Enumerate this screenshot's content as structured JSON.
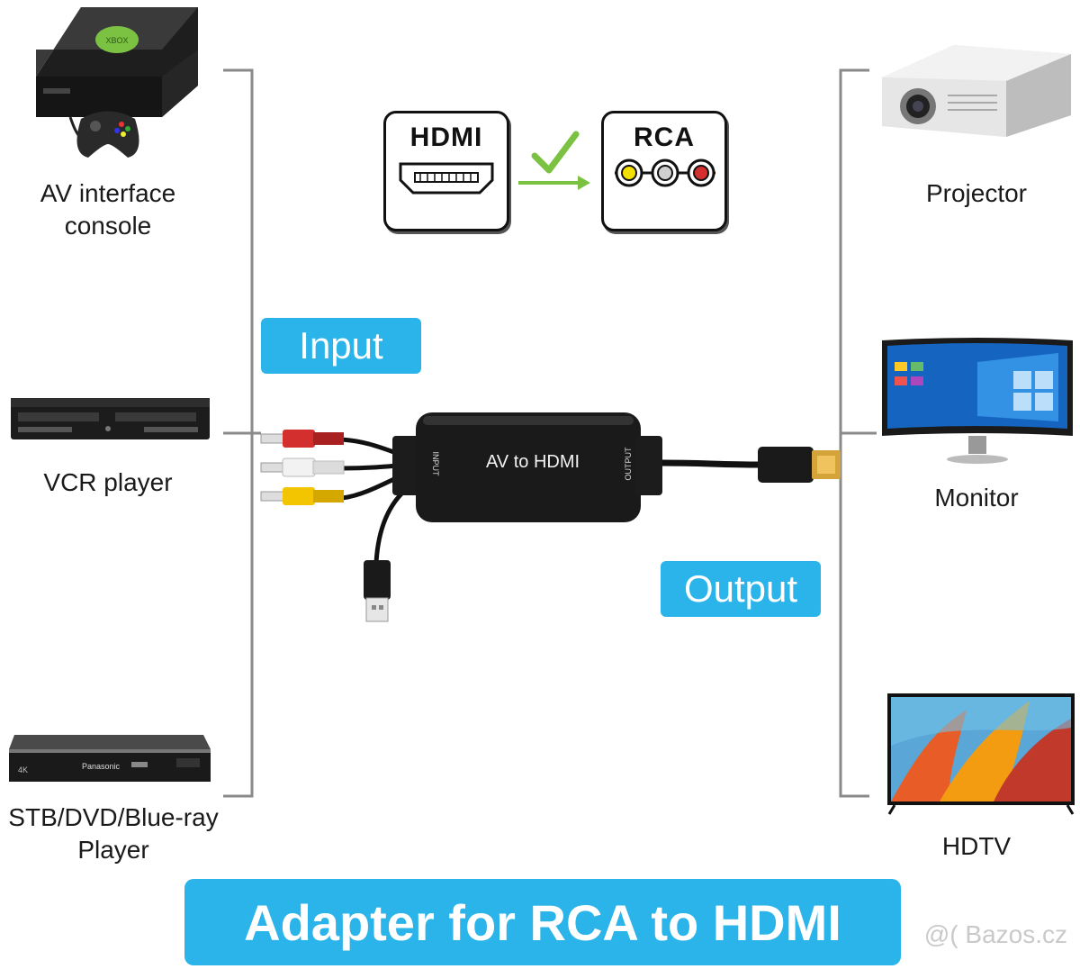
{
  "badges": {
    "hdmi_label": "HDMI",
    "rca_label": "RCA"
  },
  "sources": [
    {
      "label": "AV interface\nconsole",
      "icon": "game-console-icon"
    },
    {
      "label": "VCR player",
      "icon": "vcr-icon"
    },
    {
      "label": "STB/DVD/Blue-ray\nPlayer",
      "icon": "bluray-player-icon"
    }
  ],
  "displays": [
    {
      "label": "Projector",
      "icon": "projector-icon"
    },
    {
      "label": "Monitor",
      "icon": "monitor-icon"
    },
    {
      "label": "HDTV",
      "icon": "tv-icon"
    }
  ],
  "tags": {
    "input": "Input",
    "output": "Output"
  },
  "adapter": {
    "name": "AV to HDMI",
    "port_in": "INPUT",
    "port_out": "OUTPUT"
  },
  "device_marks": {
    "console_logo": "XBOX",
    "bluray_brand": "Panasonic"
  },
  "banner": "Adapter for RCA to HDMI",
  "watermark": "@( Bazos.cz",
  "colors": {
    "accent": "#2bb4ea",
    "check_green": "#7cc242",
    "rca_red": "#d32f2f",
    "rca_white": "#e6e6e6",
    "rca_yellow": "#f2c500"
  }
}
